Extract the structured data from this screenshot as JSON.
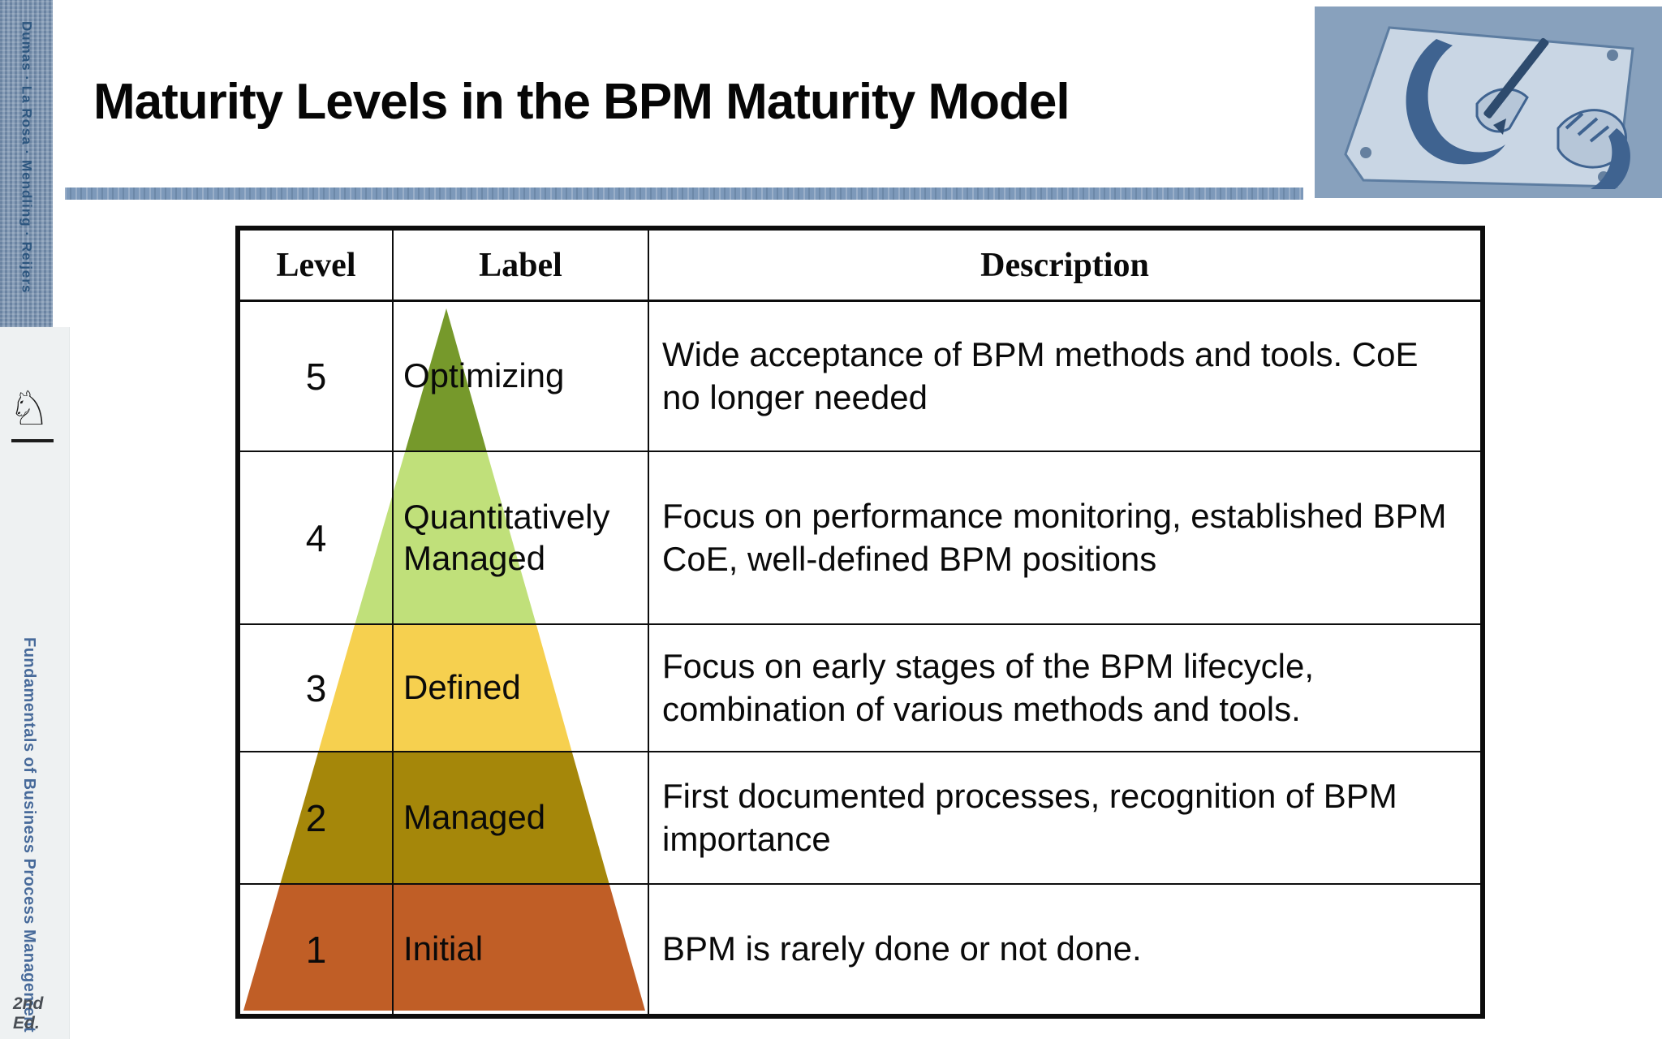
{
  "sidebar": {
    "authors": "Dumas · La Rosa · Mendling · Reijers",
    "book_title": "Fundamentals of Business Process Management",
    "edition": "2nd Ed.",
    "logo_icon": "knight-logo-icon",
    "logo_glyph": "♘"
  },
  "header": {
    "title": "Maturity Levels in the BPM Maturity Model"
  },
  "decor": {
    "bar_color": "#7d99ba",
    "image_caption": "drawing-hands-illustration"
  },
  "table": {
    "columns": [
      "Level",
      "Label",
      "Description"
    ],
    "rows": [
      {
        "level": "5",
        "label": "Optimizing",
        "description": "Wide acceptance of BPM methods and tools. CoE no longer needed",
        "color": "#76992b"
      },
      {
        "level": "4",
        "label": "Quantitatively Managed",
        "description": "Focus on performance monitoring, established BPM CoE, well-defined BPM positions",
        "color": "#c0e07a"
      },
      {
        "level": "3",
        "label": "Defined",
        "description": "Focus on early stages of the BPM lifecycle, combination of various methods and tools.",
        "color": "#f6d04f"
      },
      {
        "level": "2",
        "label": "Managed",
        "description": "First documented processes, recognition of BPM importance",
        "color": "#a5870a"
      },
      {
        "level": "1",
        "label": "Initial",
        "description": "BPM is rarely done or not done.",
        "color": "#c05e26"
      }
    ]
  }
}
